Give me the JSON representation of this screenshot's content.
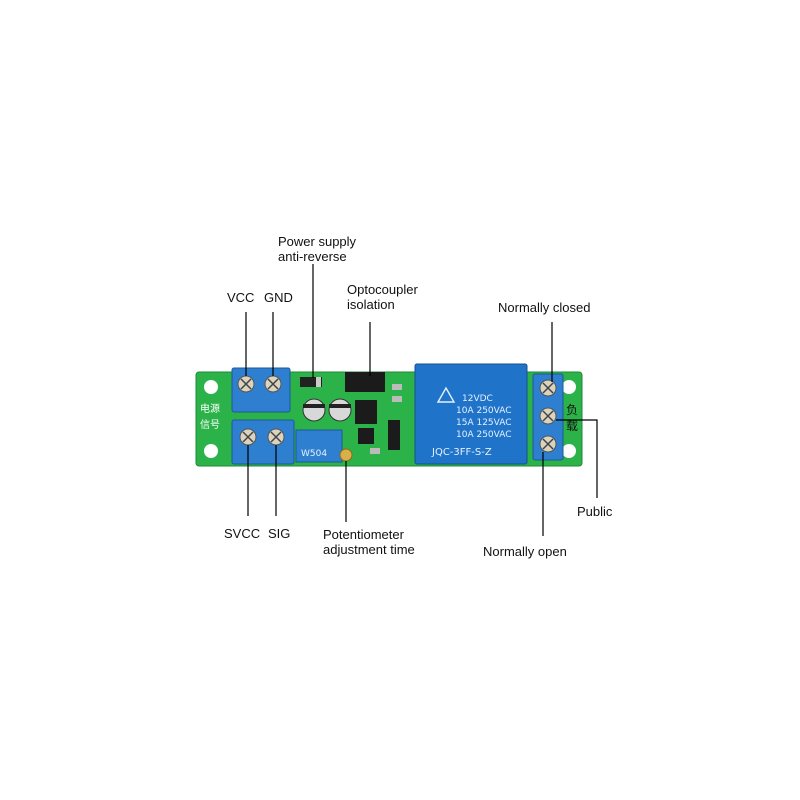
{
  "labels": {
    "power_supply_anti_reverse": [
      "Power supply",
      "anti-reverse"
    ],
    "optocoupler_isolation": [
      "Optocoupler",
      "isolation"
    ],
    "vcc": "VCC",
    "gnd": "GND",
    "normally_closed": "Normally closed",
    "svcc": "SVCC",
    "sig": "SIG",
    "potentiometer_adjustment_time": [
      "Potentiometer",
      "adjustment time"
    ],
    "normally_open": "Normally open",
    "public": "Public"
  },
  "board_text": {
    "power_cn": "电源",
    "signal_cn": "信号",
    "load_cn": [
      "负",
      "载"
    ],
    "relay_lines": [
      "12VDC",
      "10A 250VAC",
      "15A 125VAC",
      "10A 250VAC",
      "JQC-3FF-S-Z"
    ],
    "pot_text": "W504"
  },
  "colors": {
    "pcb_green": "#2bb34a",
    "terminal_blue": "#2f7fd0",
    "relay_blue": "#1f74c9",
    "leader_line": "#000000"
  }
}
